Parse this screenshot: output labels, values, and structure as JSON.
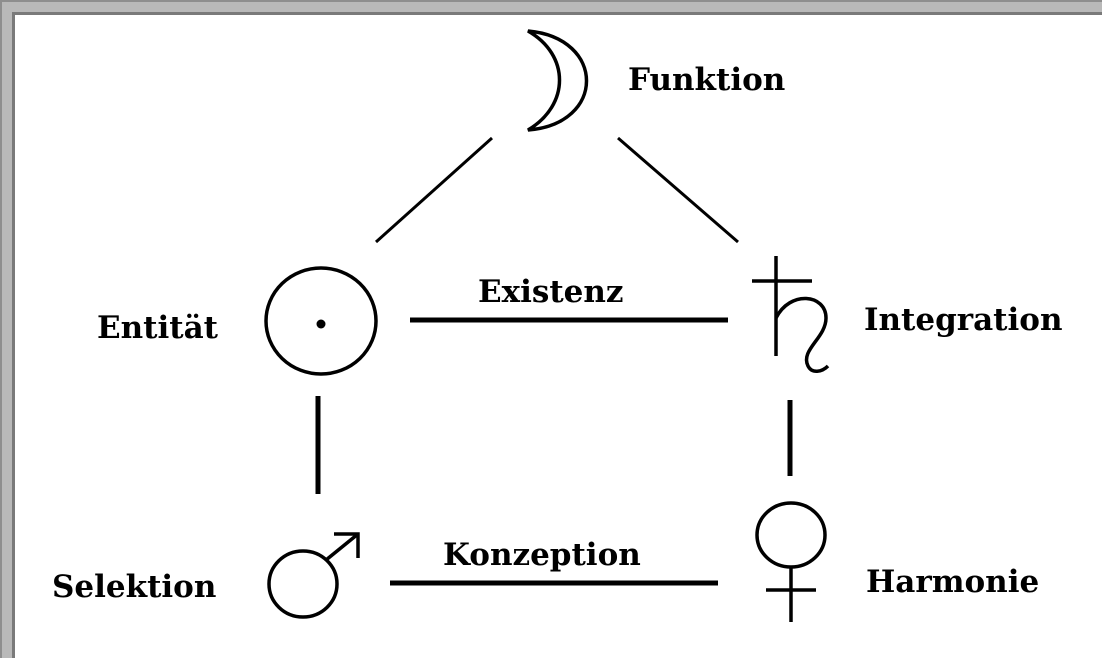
{
  "nodes": {
    "funktion": {
      "label": "Funktion",
      "icon": "moon-icon"
    },
    "entitaet": {
      "label": "Entität",
      "icon": "sun-icon"
    },
    "integration": {
      "label": "Integration",
      "icon": "saturn-icon"
    },
    "selektion": {
      "label": "Selektion",
      "icon": "mars-icon"
    },
    "harmonie": {
      "label": "Harmonie",
      "icon": "venus-icon"
    }
  },
  "edges": {
    "existenz": {
      "label": "Existenz"
    },
    "konzeption": {
      "label": "Konzeption"
    }
  }
}
